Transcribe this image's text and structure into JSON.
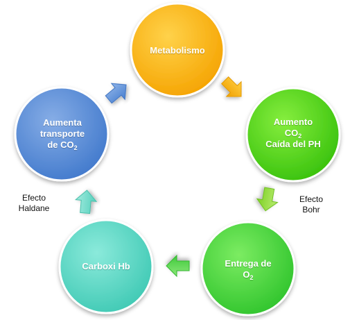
{
  "nodes": [
    {
      "id": "metabolismo",
      "lines": [
        "Metabolismo"
      ],
      "color": "#FFB300"
    },
    {
      "id": "aumento",
      "lines": [
        "Aumento",
        "CO|2",
        "Caída del PH"
      ],
      "color": "#4CD617"
    },
    {
      "id": "entrega",
      "lines": [
        "Entrega de",
        "O|2"
      ],
      "color": "#3ED63A"
    },
    {
      "id": "carboxi",
      "lines": [
        "Carboxi Hb"
      ],
      "color": "#57D9C6"
    },
    {
      "id": "aumenta",
      "lines": [
        "Aumenta",
        "transporte",
        "de CO|2"
      ],
      "color": "#5A8ED8"
    }
  ],
  "annotations": {
    "bohr": [
      "Efecto",
      "Bohr"
    ],
    "haldane": [
      "Efecto",
      "Haldane"
    ]
  },
  "arrow_colors": [
    "#FFB300",
    "#8FDF3A",
    "#58D84B",
    "#6FD9C7",
    "#5A8ED8"
  ]
}
